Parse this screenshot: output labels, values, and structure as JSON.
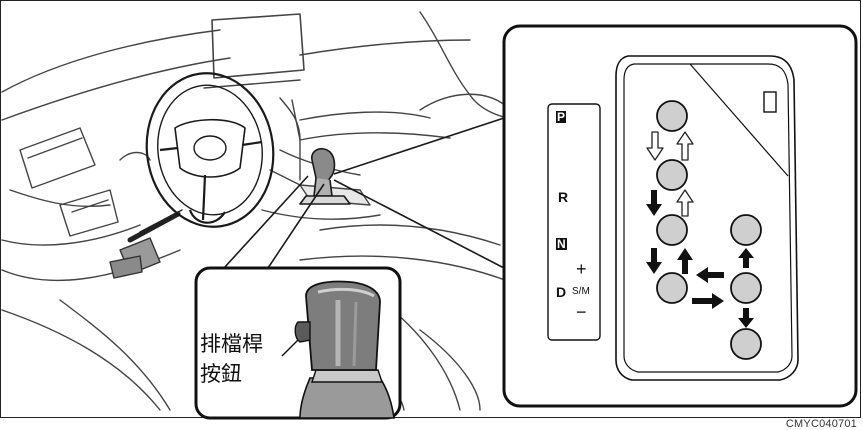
{
  "figure_code": "CMYC040701",
  "callout_label_line1": "排檔桿",
  "callout_label_line2": "按鈕",
  "gate_labels": {
    "park": "P",
    "reverse": "R",
    "neutral": "N",
    "drive": "D",
    "sequential": "S/M",
    "plus": "+",
    "minus": "−"
  },
  "colors": {
    "line": "#1a1a1a",
    "sketch": "#444444",
    "circle_fill": "#cfcfcf",
    "knob_dark": "#7d7d7d",
    "knob_light": "#b5b5b5",
    "hollow_arrow": "#ffffff",
    "solid_arrow": "#111111"
  }
}
